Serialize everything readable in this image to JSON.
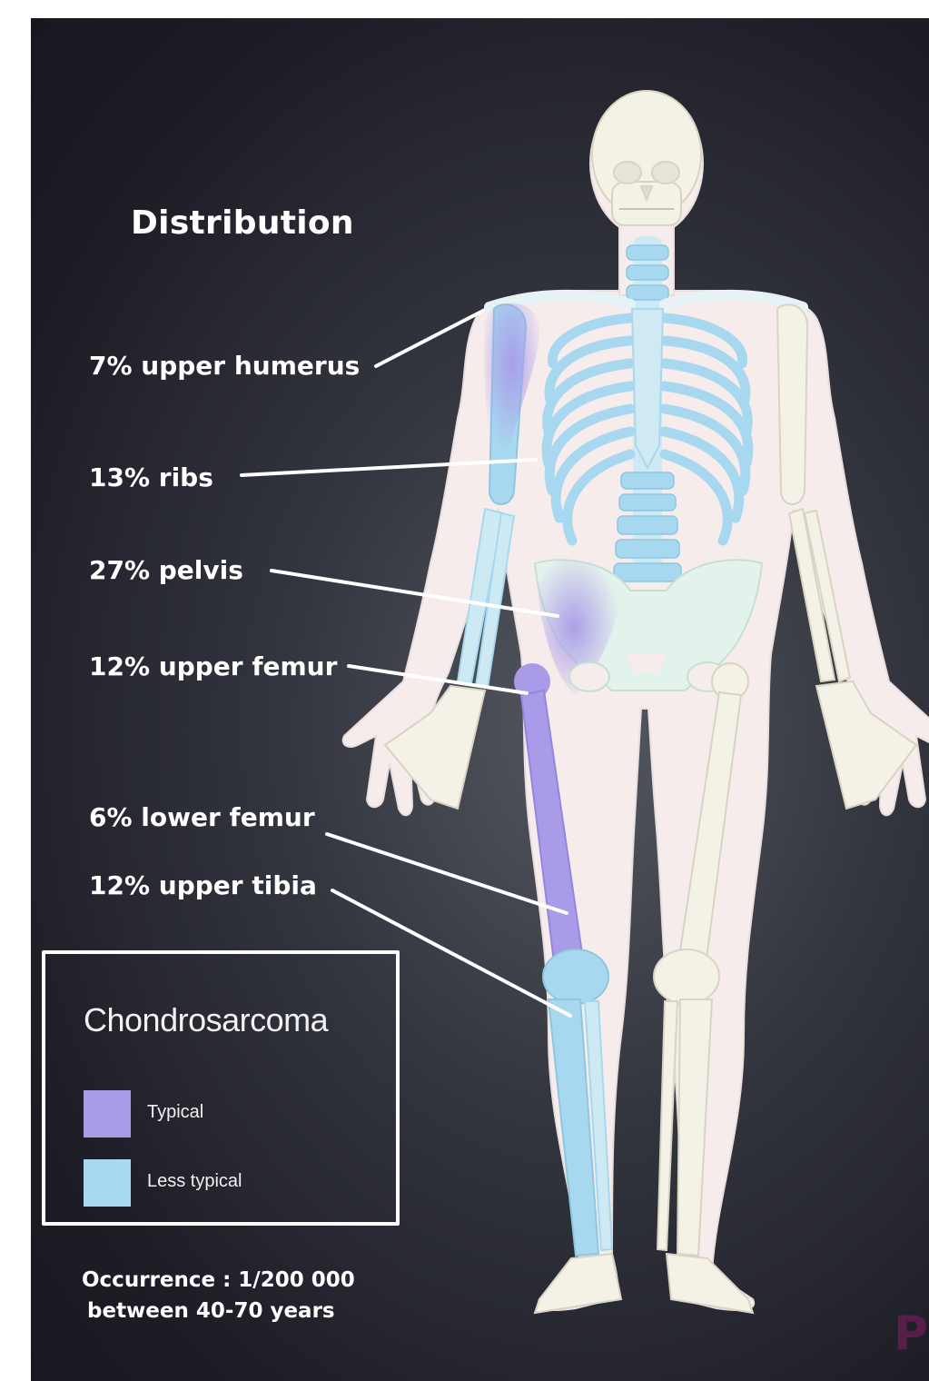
{
  "title": "Distribution",
  "sites": [
    {
      "label": "7% upper humerus"
    },
    {
      "label": "13% ribs"
    },
    {
      "label": "27% pelvis"
    },
    {
      "label": "12% upper femur"
    },
    {
      "label": "6% lower femur"
    },
    {
      "label": "12% upper tibia"
    }
  ],
  "legend": {
    "title": "Chondrosarcoma",
    "items": [
      {
        "label": "Typical",
        "color": "#a99be8"
      },
      {
        "label": "Less typical",
        "color": "#a8d8f0"
      }
    ]
  },
  "footnote": {
    "line1": "Occurrence : 1/200 000",
    "line2": "between  40-70 years"
  },
  "watermark": "P",
  "colors": {
    "background": "#1d1d26",
    "bone": "#f2f0e6",
    "body_outline": "#f6ecec",
    "typical": "#a99be8",
    "less_typical": "#a8d8f0"
  }
}
